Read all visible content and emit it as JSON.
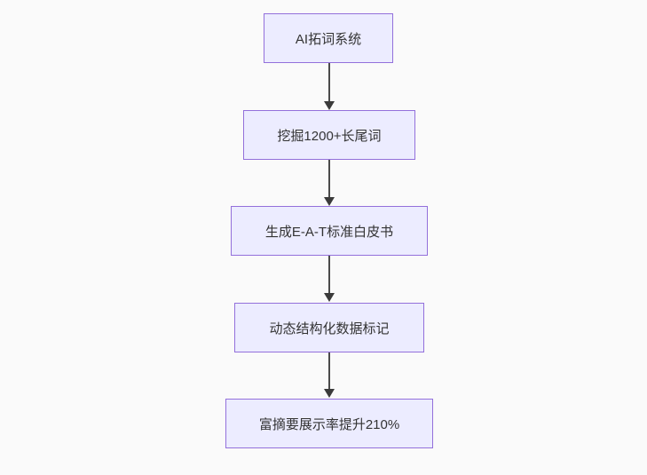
{
  "diagram": {
    "type": "flowchart",
    "direction": "top-down",
    "nodes": [
      {
        "id": "A",
        "label": "AI拓词系统"
      },
      {
        "id": "B",
        "label": "挖掘1200+长尾词"
      },
      {
        "id": "C",
        "label": "生成E-A-T标准白皮书"
      },
      {
        "id": "D",
        "label": "动态结构化数据标记"
      },
      {
        "id": "E",
        "label": "富摘要展示率提升210%"
      }
    ],
    "edges": [
      {
        "from": "A",
        "to": "B",
        "arrow": "down"
      },
      {
        "from": "B",
        "to": "C",
        "arrow": "down"
      },
      {
        "from": "C",
        "to": "D",
        "arrow": "down"
      },
      {
        "from": "D",
        "to": "E",
        "arrow": "down"
      }
    ],
    "style": {
      "node_fill": "#ECECFF",
      "node_border": "#9370DB",
      "text_color": "#333333",
      "arrow_color": "#4a4a4a",
      "page_background": "#fafafa"
    }
  }
}
